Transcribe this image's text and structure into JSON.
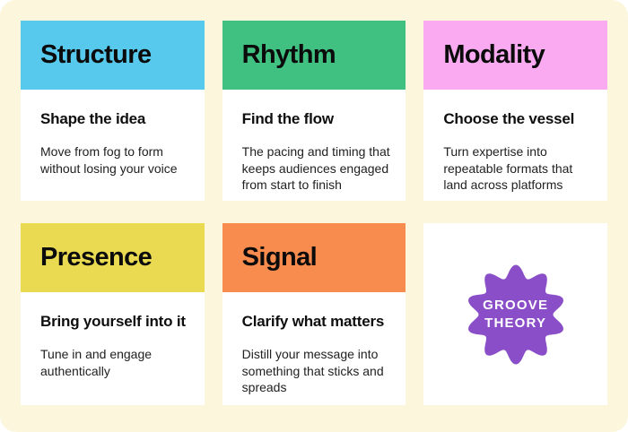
{
  "canvas": {
    "background": "#FCF7DC"
  },
  "cards": [
    {
      "title": "Structure",
      "color": "#57C9EC",
      "subtitle": "Shape the idea",
      "body": "Move from fog to form without losing your voice"
    },
    {
      "title": "Rhythm",
      "color": "#40C181",
      "subtitle": "Find the flow",
      "body": "The pacing and timing that keeps audiences engaged from start to finish"
    },
    {
      "title": "Modality",
      "color": "#F9AAF1",
      "subtitle": "Choose the vessel",
      "body": "Turn expertise into repeatable formats that land across platforms"
    },
    {
      "title": "Presence",
      "color": "#E9DA51",
      "subtitle": "Bring yourself into it",
      "body": "Tune in and engage authentically"
    },
    {
      "title": "Signal",
      "color": "#F78C4E",
      "subtitle": "Clarify what matters",
      "body": "Distill your message into something that sticks and spreads"
    }
  ],
  "badge": {
    "line1": "GROOVE",
    "line2": "THEORY",
    "color": "#8A4EC8",
    "text_color": "#FFFFFF"
  }
}
